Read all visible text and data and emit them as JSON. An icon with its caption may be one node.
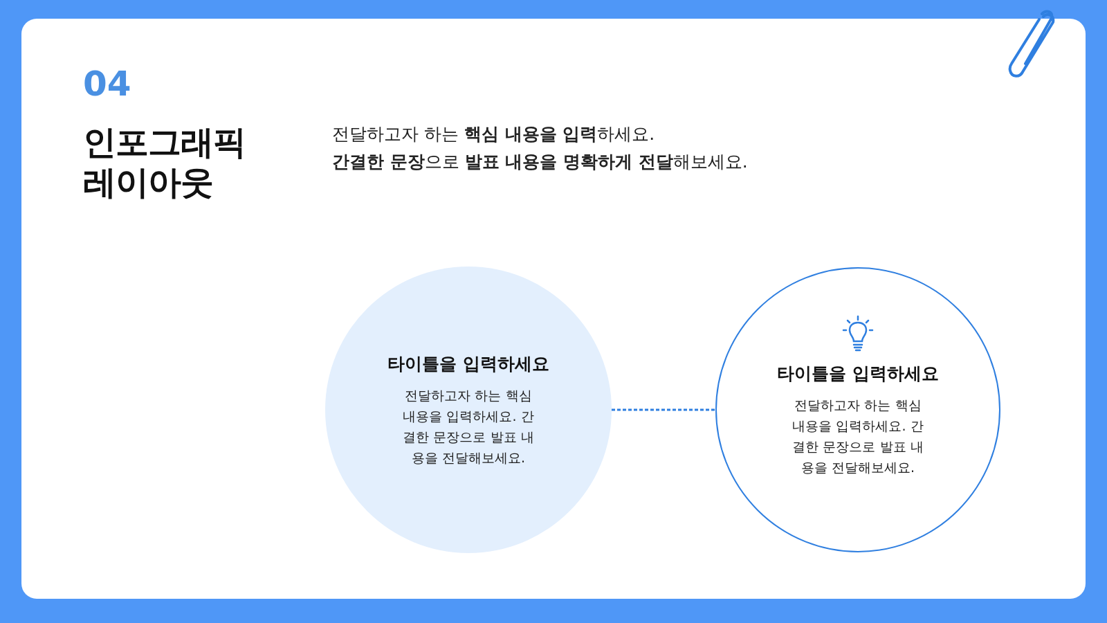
{
  "diagram": {
    "title": "인포그래픽 레이아웃",
    "nodes": [
      {
        "text": [
          "타이틀을 입력하세요",
          "전달하고자 하는 핵심 내용을 입력하세요. 간결한 문장으로 발표 내용을 전달해보세요."
        ]
      },
      {
        "text": [
          "타이틀을 입력하세요",
          "전달하고자 하는 핵심 내용을 입력하세요. 간결한 문장으로 발표 내용을 전달해보세요."
        ]
      }
    ],
    "edges": [
      {
        "from": 0,
        "to": 1,
        "arrow": "none",
        "style": "dashed"
      }
    ],
    "labels": [
      "04",
      "전달하고자 하는 **핵심 내용을 입력**하세요.",
      "**간결한 문장**으로 **발표 내용을 명확하게 전달**해보세요."
    ]
  }
}
